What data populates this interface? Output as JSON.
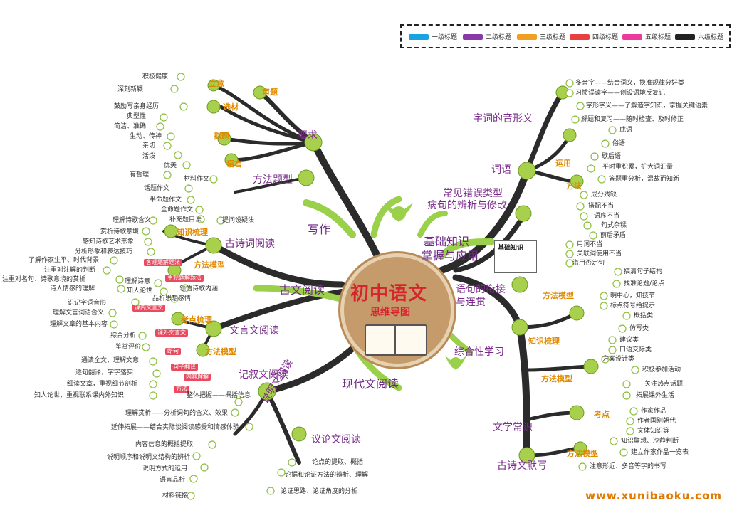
{
  "legend": {
    "items": [
      {
        "label": "一级标题",
        "color": "#1aa3e0"
      },
      {
        "label": "二级标题",
        "color": "#8a3aa8"
      },
      {
        "label": "三级标题",
        "color": "#f0a020"
      },
      {
        "label": "四级标题",
        "color": "#e84040"
      },
      {
        "label": "五级标题",
        "color": "#ee3a9a"
      },
      {
        "label": "六级标题",
        "color": "#222222"
      }
    ]
  },
  "center": {
    "title": "初中语文",
    "subtitle": "思维导图"
  },
  "branches": {
    "xiezuo": "写作",
    "guwen": "古文阅读",
    "xiandai": "现代文阅读",
    "jichu_line1": "基础知识",
    "jichu_line2": "掌握与应用"
  },
  "writing": {
    "yaoqiu": "要求",
    "fangfa_tixing": "方法题型",
    "liyi": "立意",
    "shenti": "审题",
    "xuancai": "选材",
    "niti": "拟题",
    "yuyan": "语言",
    "leaves_left": [
      "积极健康",
      "深刻新颖",
      "鼓励写亲身经历",
      "典型性",
      "简洁、准确",
      "生动、传神",
      "亲切",
      "活泼",
      "优美",
      "有哲理"
    ],
    "leaves_method": [
      "材料作文",
      "话题作文",
      "半命题作文",
      "全命题作文",
      "补充题目法",
      "提问设疑法"
    ]
  },
  "guwen": {
    "gushici": "古诗词阅读",
    "wenyanwen": "文言文阅读",
    "zhishi_shuli": "知识梳理",
    "fangfa_moxing": "方法模型",
    "kaodian_shuli": "考点梳理",
    "fangfa_moxing2": "方法模型",
    "tags": [
      "客观题解题法",
      "主观题解题法",
      "课内文言文",
      "课外文言文",
      "断句",
      "句子翻译",
      "内容理解",
      "方法"
    ],
    "leaves": [
      "理解诗歌含义",
      "赏析诗歌意境",
      "感知诗歌艺术形象",
      "分析形象和表达技巧",
      "了解作家生平、时代背景",
      "注重对注解的判断",
      "注重对名句、诗歌意境的赏析",
      "诗人情感的理解",
      "理解诗意",
      "知人论世",
      "领悟诗歌内涵",
      "品析思想感情",
      "识记字词音形",
      "理解文言词语含义",
      "理解文章的基本内容",
      "综合分析",
      "鉴赏评价",
      "通读全文，理解文意",
      "逐句翻译，字字落实",
      "细读文章，重视细节剖析",
      "知人论世，重视联系课内外知识"
    ]
  },
  "xiandai": {
    "jixuwen": "记叙文阅读",
    "shuomingwen": "说明文阅读",
    "yilunwen": "议论文阅读",
    "leaves": [
      "整体把握——概括信息",
      "理解赏析——分析词句的含义、效果",
      "延伸拓展——结合实际谈阅读感受和情感体验",
      "内容信息的概括提取",
      "说明顺序和说明文结构的辨析",
      "说明方式的运用",
      "语言品析",
      "材料链接",
      "论点的提取、概括",
      "论据和论证方法的辨析、理解",
      "论证思路、论证角度的分析"
    ]
  },
  "jichu": {
    "yinxingyi": "字词的音形义",
    "ciyu": "词语",
    "bingju_line1": "常见错误类型",
    "bingju_line2": "病句的辨析与修改",
    "xianjie_line1": "语句的衔接",
    "xianjie_line2": "与连贯",
    "zonghe": "综合性学习",
    "wenxue": "文学常识",
    "gushiwen": "古诗文默写",
    "card_label": "基础知识",
    "sub": {
      "yunyong": "运用",
      "fangfa": "方法",
      "fangfa_moxing_a": "方法模型",
      "zhishi_shuli": "知识梳理",
      "fangfa_moxing_b": "方法模型",
      "kaodian": "考点",
      "fangfa_moxing_c": "方法模型"
    },
    "leaves": [
      "多音字——结合词义，换准规律分好类",
      "习惯误读字——创设语境反复记",
      "字形字义——了解造字知识，掌握关键语素",
      "解题和复习——随时检查、及时修正",
      "成语",
      "俗语",
      "歇后语",
      "平时重积累，扩大词汇量",
      "答题重分析，温故而知新",
      "成分残缺",
      "搭配不当",
      "语序不当",
      "句式杂糅",
      "前后矛盾",
      "用词不当",
      "关联词使用不当",
      "滥用否定句",
      "搞清句子结构",
      "找准论题/论点",
      "明中心，知技节",
      "标点符号给提示",
      "概括类",
      "仿写类",
      "建议类",
      "口语交际类",
      "方案设计类",
      "积极参加活动",
      "关注热点话题",
      "拓展课外生活",
      "作家作品",
      "作者国别朝代",
      "文体知识等",
      "知识联想、冷静判断",
      "建立作家作品一览表",
      "注意形近、多音等字的书写"
    ]
  },
  "watermark": "www.xunibaoku.com"
}
